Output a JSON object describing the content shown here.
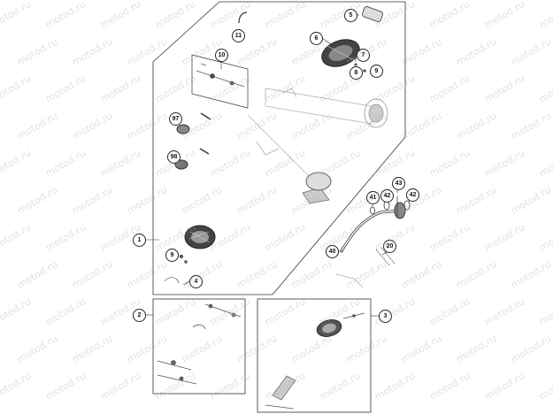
{
  "watermark": "motod.ru",
  "callouts": [
    {
      "id": "c1",
      "label": "1"
    },
    {
      "id": "c2",
      "label": "2"
    },
    {
      "id": "c3",
      "label": "3"
    },
    {
      "id": "c4",
      "label": "4"
    },
    {
      "id": "c5",
      "label": "5"
    },
    {
      "id": "c6",
      "label": "6"
    },
    {
      "id": "c7",
      "label": "7"
    },
    {
      "id": "c8",
      "label": "8"
    },
    {
      "id": "c9a",
      "label": "9"
    },
    {
      "id": "c9b",
      "label": "9"
    },
    {
      "id": "c10",
      "label": "10"
    },
    {
      "id": "c11",
      "label": "11"
    },
    {
      "id": "c20",
      "label": "20"
    },
    {
      "id": "c40",
      "label": "40"
    },
    {
      "id": "c41",
      "label": "41"
    },
    {
      "id": "c42a",
      "label": "42"
    },
    {
      "id": "c42b",
      "label": "42"
    },
    {
      "id": "c43",
      "label": "43"
    },
    {
      "id": "c97",
      "label": "97"
    },
    {
      "id": "c98",
      "label": "98"
    }
  ]
}
